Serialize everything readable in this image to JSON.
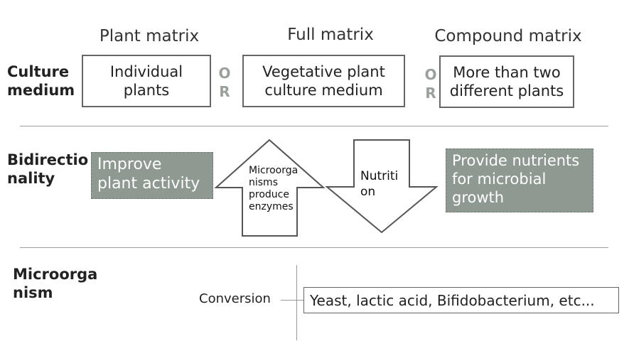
{
  "rows": {
    "culture_medium": "Culture\nmedium",
    "bidirectionality": "Bidirectio\nnality",
    "microorganism": "Microorga\nnism"
  },
  "columns": {
    "plant_matrix": "Plant matrix",
    "full_matrix": "Full matrix",
    "compound_matrix": "Compound matrix"
  },
  "boxes": {
    "individual_plants": "Individual\nplants",
    "vegetative": "Vegetative plant\nculture medium",
    "more_than_two": "More than two\ndifferent plants"
  },
  "connectors": {
    "or_1": "O\nR",
    "or_2": "O\nR"
  },
  "bidirectional": {
    "left_box": "Improve\nplant activity",
    "up_arrow_text": "Microorga\nnisms\nproduce\nenzymes",
    "down_arrow_text": "Nutriti\non",
    "right_box": "Provide nutrients\nfor microbial\ngrowth"
  },
  "microorganism": {
    "conversion_label": "Conversion",
    "examples": "Yeast, lactic acid, Bifidobacterium, etc..."
  },
  "colors": {
    "green_box": "#8e9a91",
    "or_text": "#9aa19b",
    "separator": "#9aa39b"
  }
}
